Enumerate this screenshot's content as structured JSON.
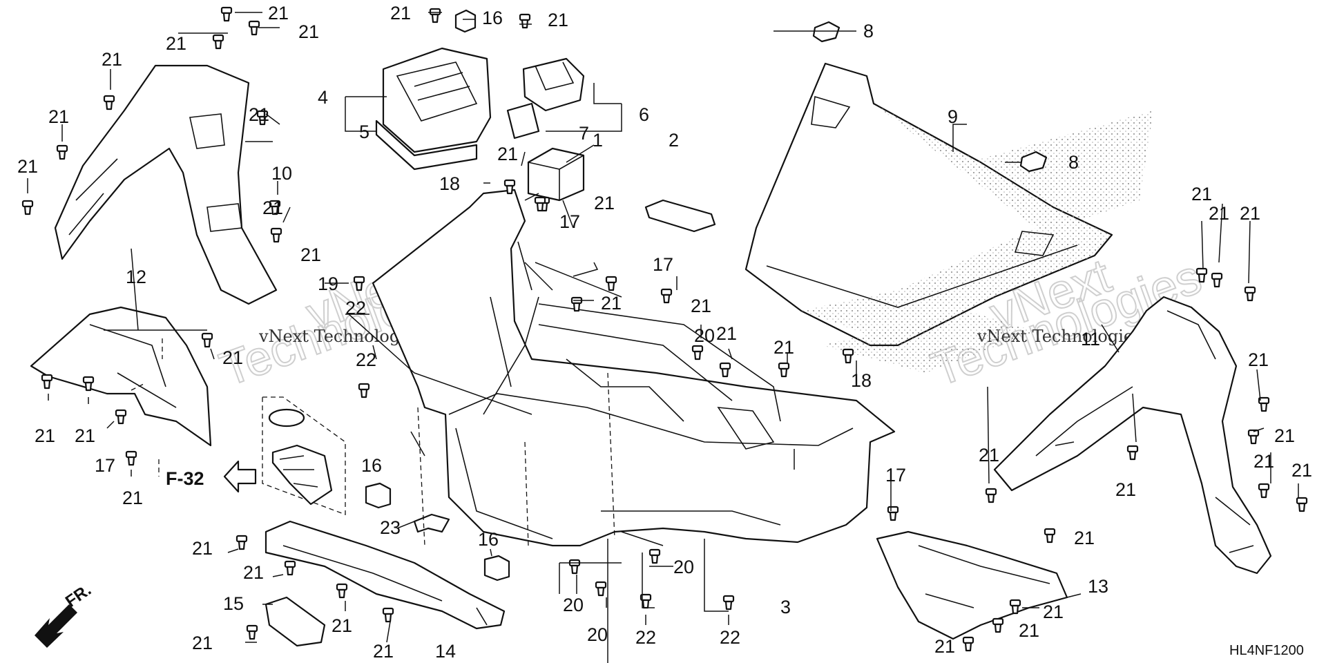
{
  "callouts": {
    "c1": "1",
    "c2": "2",
    "c3": "3",
    "c4": "4",
    "c5": "5",
    "c6": "6",
    "c7": "7",
    "c8": "8",
    "c9": "9",
    "c10": "10",
    "c11": "11",
    "c12": "12",
    "c13": "13",
    "c14": "14",
    "c15": "15",
    "c16": "16",
    "c17": "17",
    "c18": "18",
    "c19": "19",
    "c20": "20",
    "c21": "21",
    "c22": "22",
    "c23": "23"
  },
  "reference": {
    "label": "F-32"
  },
  "orientation": {
    "label": "FR."
  },
  "diagram_code": "HL4NF1200",
  "watermark": {
    "brand": "vNext",
    "word": "Technologies",
    "full": "vNext Technologies"
  },
  "icons": [
    "front-direction-arrow-icon",
    "reference-arrow-icon",
    "fastener-clip-icon"
  ]
}
